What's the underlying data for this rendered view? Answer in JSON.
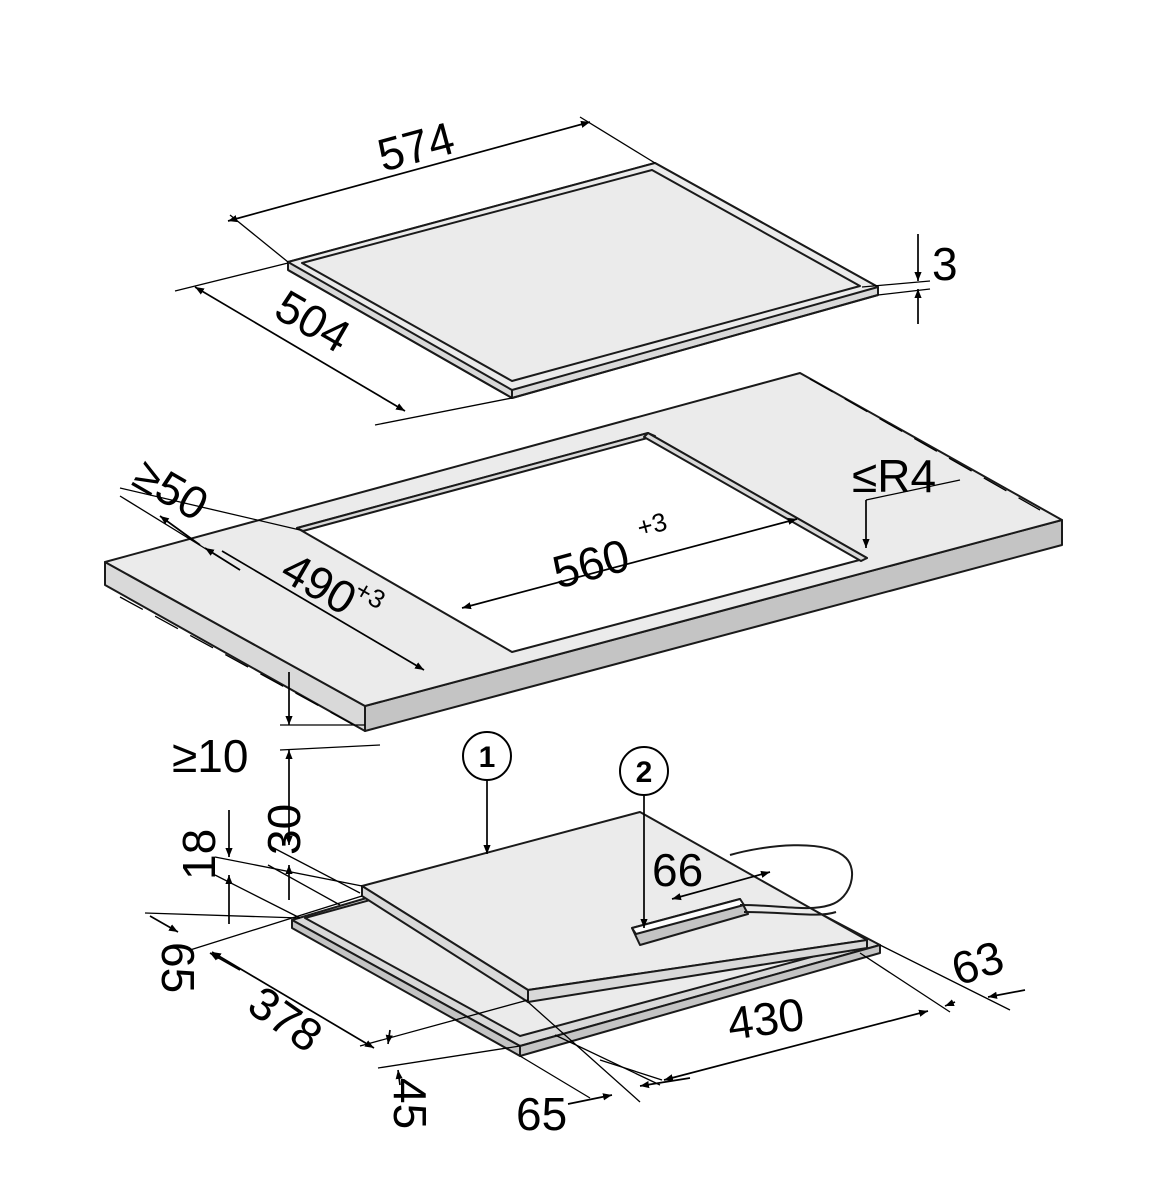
{
  "hob_top": {
    "width": "574",
    "depth": "504",
    "glass_thickness": "3"
  },
  "cutout": {
    "min_front_distance": "≥50",
    "width": "560",
    "width_tolerance": "+3",
    "depth": "490",
    "depth_tolerance": "+3",
    "corner_radius": "≤R4"
  },
  "below_worktop": {
    "min_gap": "≥10",
    "housing_height": "30",
    "frame_height": "18"
  },
  "underside": {
    "callout_1": "1",
    "callout_2": "2",
    "connection_offset": "66",
    "left_offset": "65",
    "left_depth": "378",
    "front_offset": "45",
    "front_left_offset": "65",
    "front_width": "430",
    "right_offset": "63"
  }
}
